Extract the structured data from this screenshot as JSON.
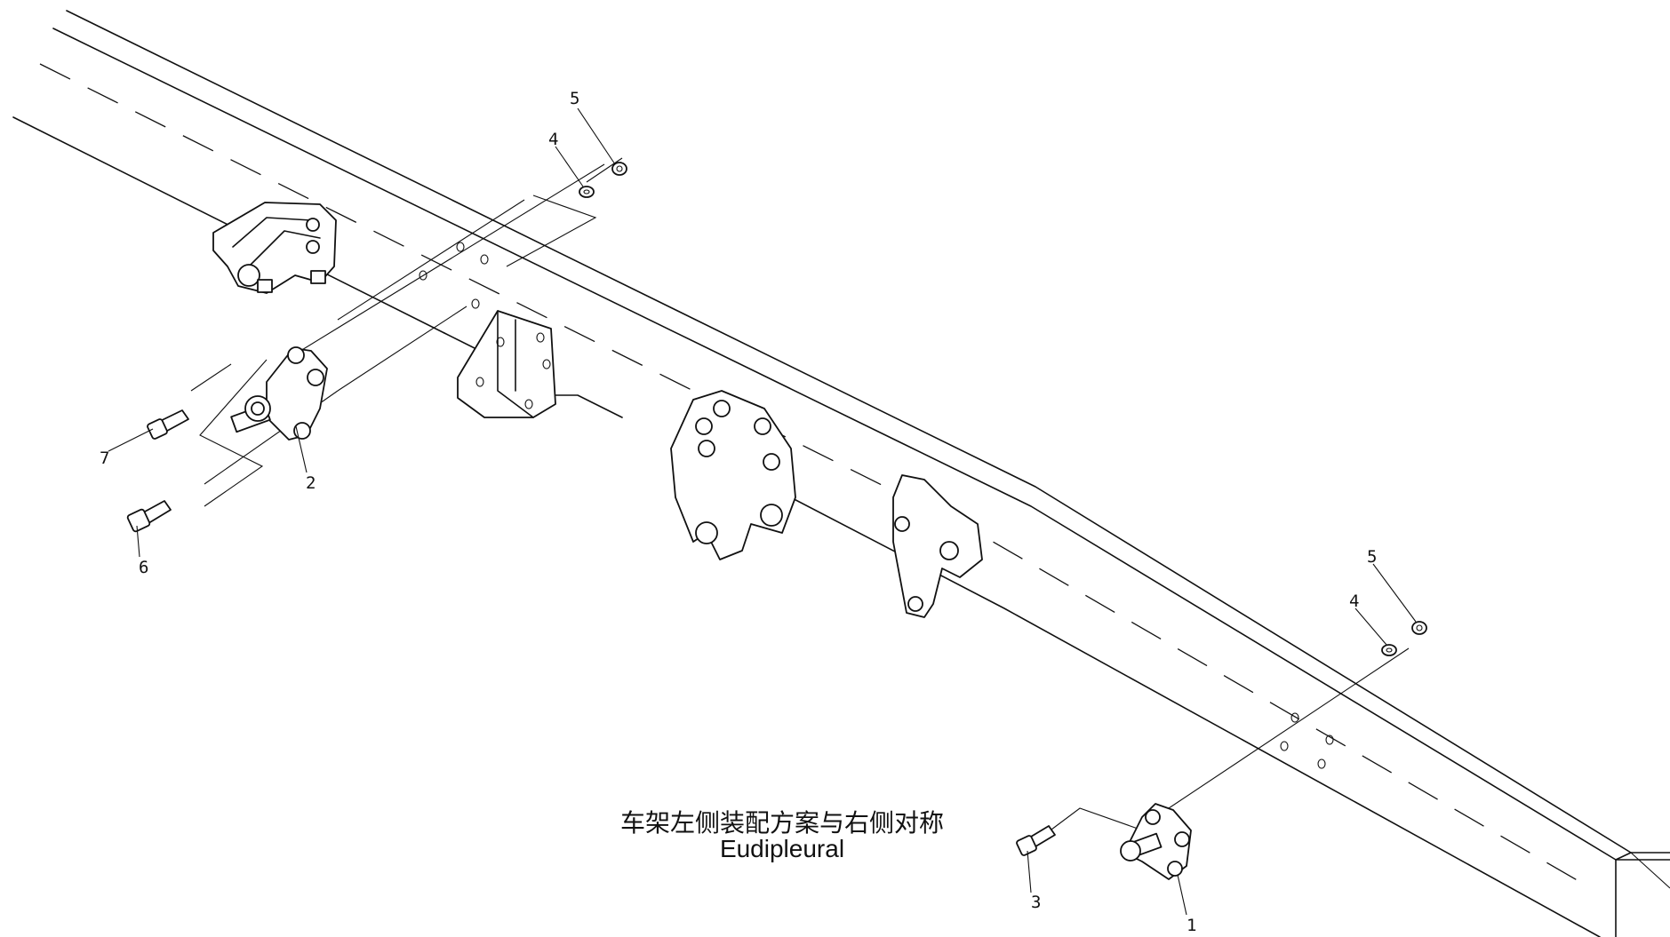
{
  "drawing": {
    "note_cn": "车架左侧装配方案与右侧对称",
    "note_en": "Eudipleural",
    "callouts": {
      "c1": "1",
      "c2": "2",
      "c3": "3",
      "c4a": "4",
      "c4b": "4",
      "c5a": "5",
      "c5b": "5",
      "c6": "6",
      "c7": "7"
    }
  }
}
